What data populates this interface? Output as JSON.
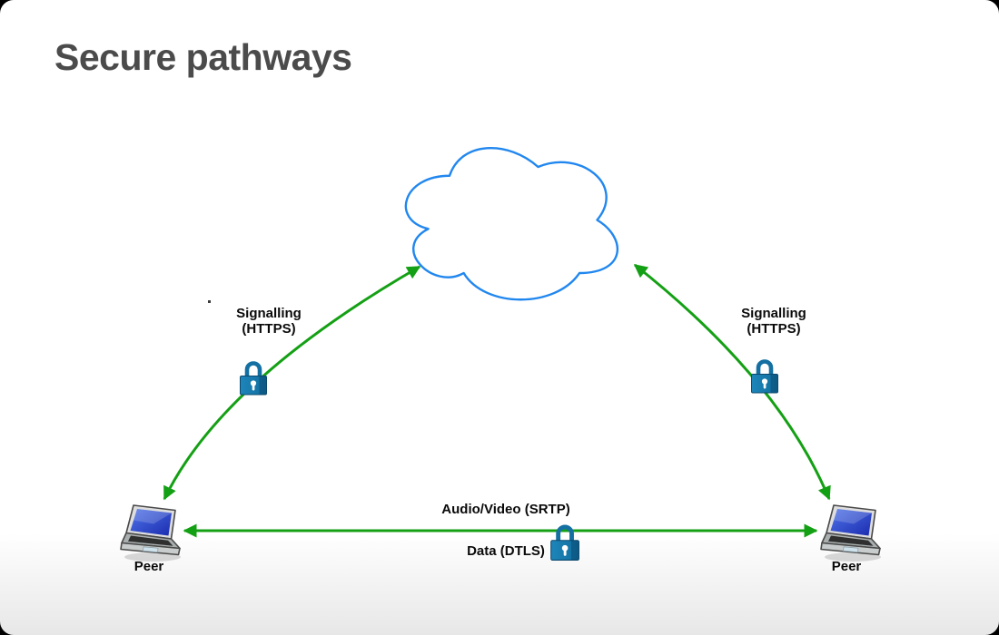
{
  "slide": {
    "title": "Secure pathways"
  },
  "colors": {
    "title_text": "#4b4b4b",
    "arrow_green": "#14a014",
    "cloud_stroke_blue": "#2187ef",
    "padlock_blue": "#1878ab",
    "label_text": "#0a0a0a",
    "slide_background": "#ffffff",
    "bottom_fade": "#e7e7e7"
  },
  "diagram": {
    "cloud_icon": "internet-cloud",
    "left_signalling": {
      "line1": "Signalling",
      "line2": "(HTTPS)"
    },
    "right_signalling": {
      "line1": "Signalling",
      "line2": "(HTTPS)"
    },
    "media_label": "Audio/Video (SRTP)",
    "data_label": "Data (DTLS)",
    "left_peer_label": "Peer",
    "right_peer_label": "Peer",
    "icons": [
      "padlock-icon",
      "padlock-icon",
      "padlock-icon",
      "laptop-icon",
      "laptop-icon"
    ]
  }
}
